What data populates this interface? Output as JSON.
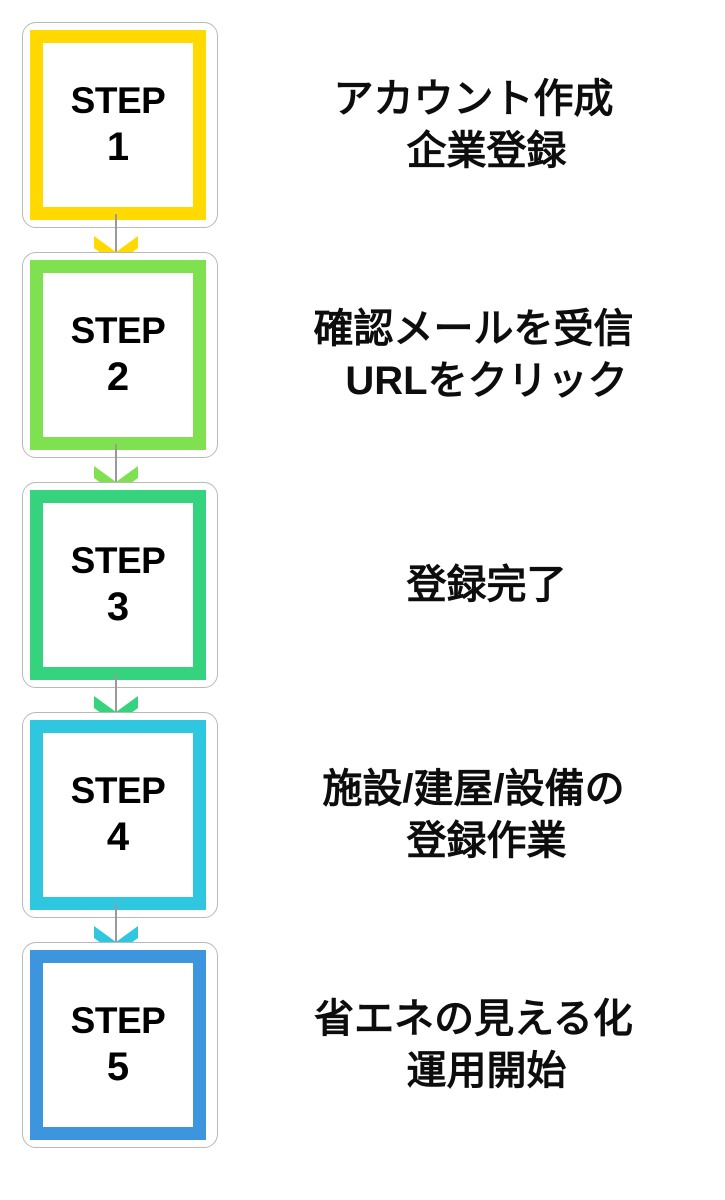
{
  "diagram": {
    "type": "vertical-flowchart",
    "title": "",
    "orientation": "top-to-bottom",
    "badge_word": "STEP",
    "steps": [
      {
        "number": "1",
        "badge_word": "STEP",
        "color": "#FFD900",
        "label_lines": [
          "アカウント作成",
          "企業登録"
        ]
      },
      {
        "number": "2",
        "badge_word": "STEP",
        "color": "#7FE050",
        "label_lines": [
          "確認メールを受信",
          "URLをクリック"
        ]
      },
      {
        "number": "3",
        "badge_word": "STEP",
        "color": "#35D37D",
        "label_lines": [
          "登録完了"
        ]
      },
      {
        "number": "4",
        "badge_word": "STEP",
        "color": "#2FC7E0",
        "label_lines": [
          "施設/建屋/設備の",
          "登録作業"
        ]
      },
      {
        "number": "5",
        "badge_word": "STEP",
        "color": "#3D95DE",
        "label_lines": [
          "省エネの見える化",
          "運用開始"
        ]
      }
    ],
    "connectors": [
      {
        "from": "1",
        "to": "2",
        "arrow_color": "#FFD900",
        "line_color": "#9a9a9a"
      },
      {
        "from": "2",
        "to": "3",
        "arrow_color": "#7FE050",
        "line_color": "#9a9a9a"
      },
      {
        "from": "3",
        "to": "4",
        "arrow_color": "#35D37D",
        "line_color": "#9a9a9a"
      },
      {
        "from": "4",
        "to": "5",
        "arrow_color": "#2FC7E0",
        "line_color": "#9a9a9a"
      }
    ],
    "frame_color": "#b9b9b9",
    "background": "#ffffff",
    "text_color": "#0d0d0d"
  }
}
